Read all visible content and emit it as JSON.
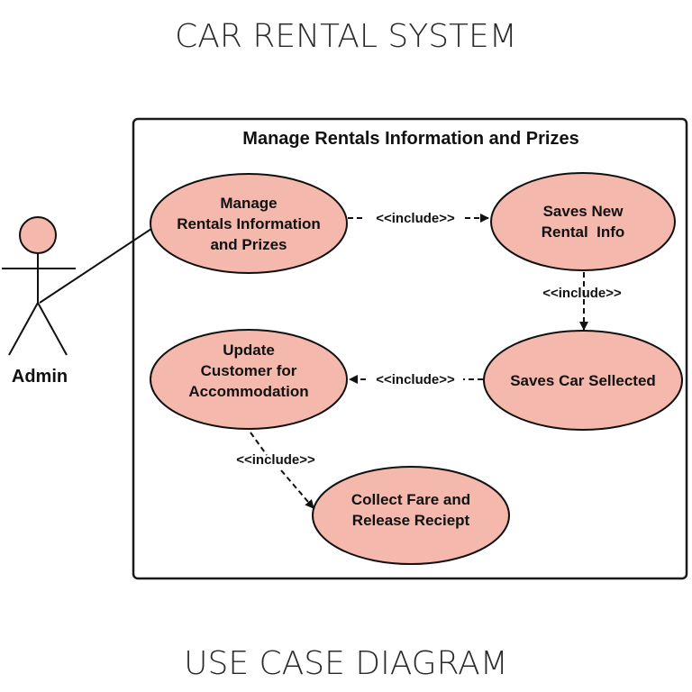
{
  "page": {
    "title": "CAR RENTAL SYSTEM",
    "footer": "USE CASE DIAGRAM"
  },
  "system": {
    "title": "Manage Rentals Information and Prizes"
  },
  "actor": {
    "label": "Admin"
  },
  "use_cases": {
    "manage": [
      "Manage",
      "Rentals Information",
      "and Prizes"
    ],
    "saves_new": [
      "Saves New",
      "Rental  Info"
    ],
    "saves_car": [
      "Saves Car Sellected"
    ],
    "update": [
      "Update",
      "Customer for",
      "Accommodation"
    ],
    "collect": [
      "Collect Fare and",
      "Release Reciept"
    ]
  },
  "relations": {
    "manage_to_saves_new": "<<include>>",
    "saves_new_to_saves_car": "<<include>>",
    "saves_car_to_update": "<<include>>",
    "update_to_collect": "<<include>>"
  },
  "colors": {
    "usecase_fill": "#f4b8ad",
    "stroke": "#111111",
    "system_border": "#1a1a1a"
  }
}
